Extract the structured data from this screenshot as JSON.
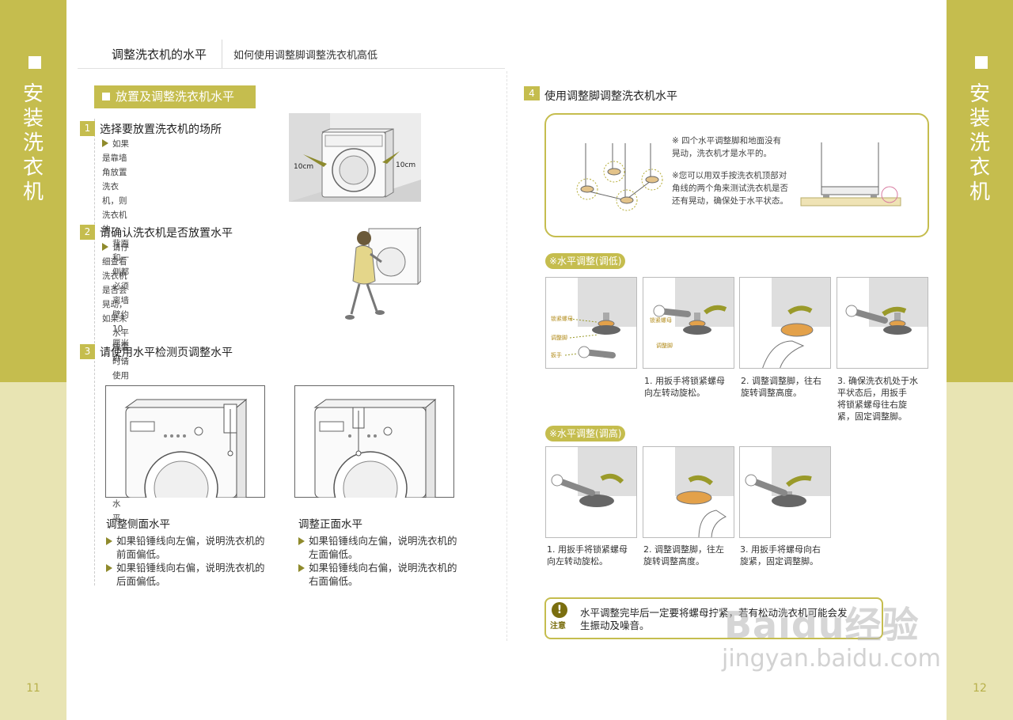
{
  "side": {
    "vertical_title": [
      "安",
      "装",
      "洗",
      "衣",
      "机"
    ],
    "page_left": "11",
    "page_right": "12"
  },
  "header": {
    "title": "调整洗衣机的水平",
    "subtitle": "如何使用调整脚调整洗衣机高低"
  },
  "section": {
    "title": "放置及调整洗衣机水平"
  },
  "steps": [
    {
      "num": "1",
      "title": "选择要放置洗衣机的场所",
      "desc": [
        "如果是靠墙角放置洗衣机，则洗衣机的",
        "背面和一侧都必须离墙壁约10厘米远。"
      ]
    },
    {
      "num": "2",
      "title": "请确认洗衣机是否放置水平",
      "desc": [
        "请仔细查看洗衣机是否会晃动，如果未",
        "水平放置时请使用附件袋中的水平检测",
        "页来帮助调整水平。"
      ]
    },
    {
      "num": "3",
      "title": "请使用水平检测页调整水平"
    }
  ],
  "figure1": {
    "dim_left": "10cm",
    "dim_right": "10cm"
  },
  "side_level": {
    "title": "调整侧面水平",
    "items": [
      "如果铅锤线向左偏，说明洗衣机的前面偏低。",
      "如果铅锤线向右偏，说明洗衣机的后面偏低。"
    ]
  },
  "front_level": {
    "title": "调整正面水平",
    "items": [
      "如果铅锤线向左偏，说明洗衣机的左面偏低。",
      "如果铅锤线向右偏，说明洗衣机的右面偏低。"
    ]
  },
  "step4": {
    "num": "4",
    "title": "使用调整脚调整洗衣机水平",
    "note1": [
      "※ 四个水平调整脚和地面没有",
      "晃动，洗衣机才是水平的。"
    ],
    "note2": [
      "※您可以用双手按洗衣机顶部对",
      "角线的两个角来测试洗衣机是否",
      "还有晃动，确保处于水平状态。"
    ]
  },
  "lower": {
    "tag": "※水平调整(调低)",
    "labels": {
      "lock_nut": "锁紧螺母",
      "adjust_foot": "调整脚",
      "wrench": "扳手"
    },
    "captions": [
      "1. 用扳手将锁紧螺母\n 向左转动旋松。",
      "2. 调整调整脚，往右\n 旋转调整高度。",
      "3. 确保洗衣机处于水\n 平状态后，用扳手\n 将锁紧螺母往右旋\n 紧，固定调整脚。"
    ]
  },
  "raise": {
    "tag": "※水平调整(调高)",
    "captions": [
      "1. 用扳手将锁紧螺母\n 向左转动旋松。",
      "2. 调整调整脚，往左\n 旋转调整高度。",
      "3. 用扳手将螺母向右\n 旋紧，固定调整脚。"
    ]
  },
  "warning": {
    "label": "注意",
    "text": "水平调整完毕后一定要将螺母拧紧，若有松动洗衣机可能会发\n生振动及噪音。"
  },
  "watermark": {
    "brand": "Baidu经验",
    "url": "jingyan.baidu.com"
  },
  "colors": {
    "accent": "#c5bd4e",
    "accent_light": "#e8e4b3",
    "orange": "#e3a14a",
    "arrow": "#9a9a2a"
  }
}
